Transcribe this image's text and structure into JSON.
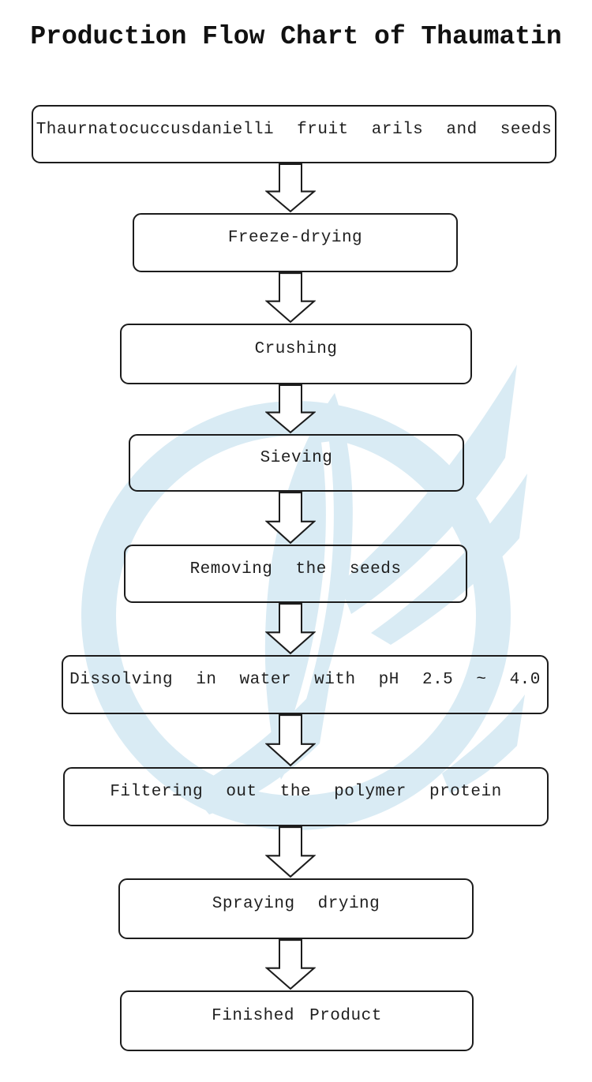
{
  "page": {
    "title": "Production Flow Chart of Thaumatin"
  },
  "flow": {
    "steps": [
      "Thaurnatocuccusdanielli fruit arils and seeds",
      "Freeze-drying",
      "Crushing",
      "Sieving",
      "Removing the seeds",
      "Dissolving in water with pH 2.5 ~ 4.0",
      "Filtering out the polymer protein",
      "Spraying drying",
      "Finished Product"
    ]
  },
  "watermark": {
    "description": "light blue swoosh-leaf ring logo",
    "color": "#d9ebf4"
  },
  "colors": {
    "background": "#ffffff",
    "box_border": "#1c1c1c",
    "text": "#1f1f1f"
  }
}
